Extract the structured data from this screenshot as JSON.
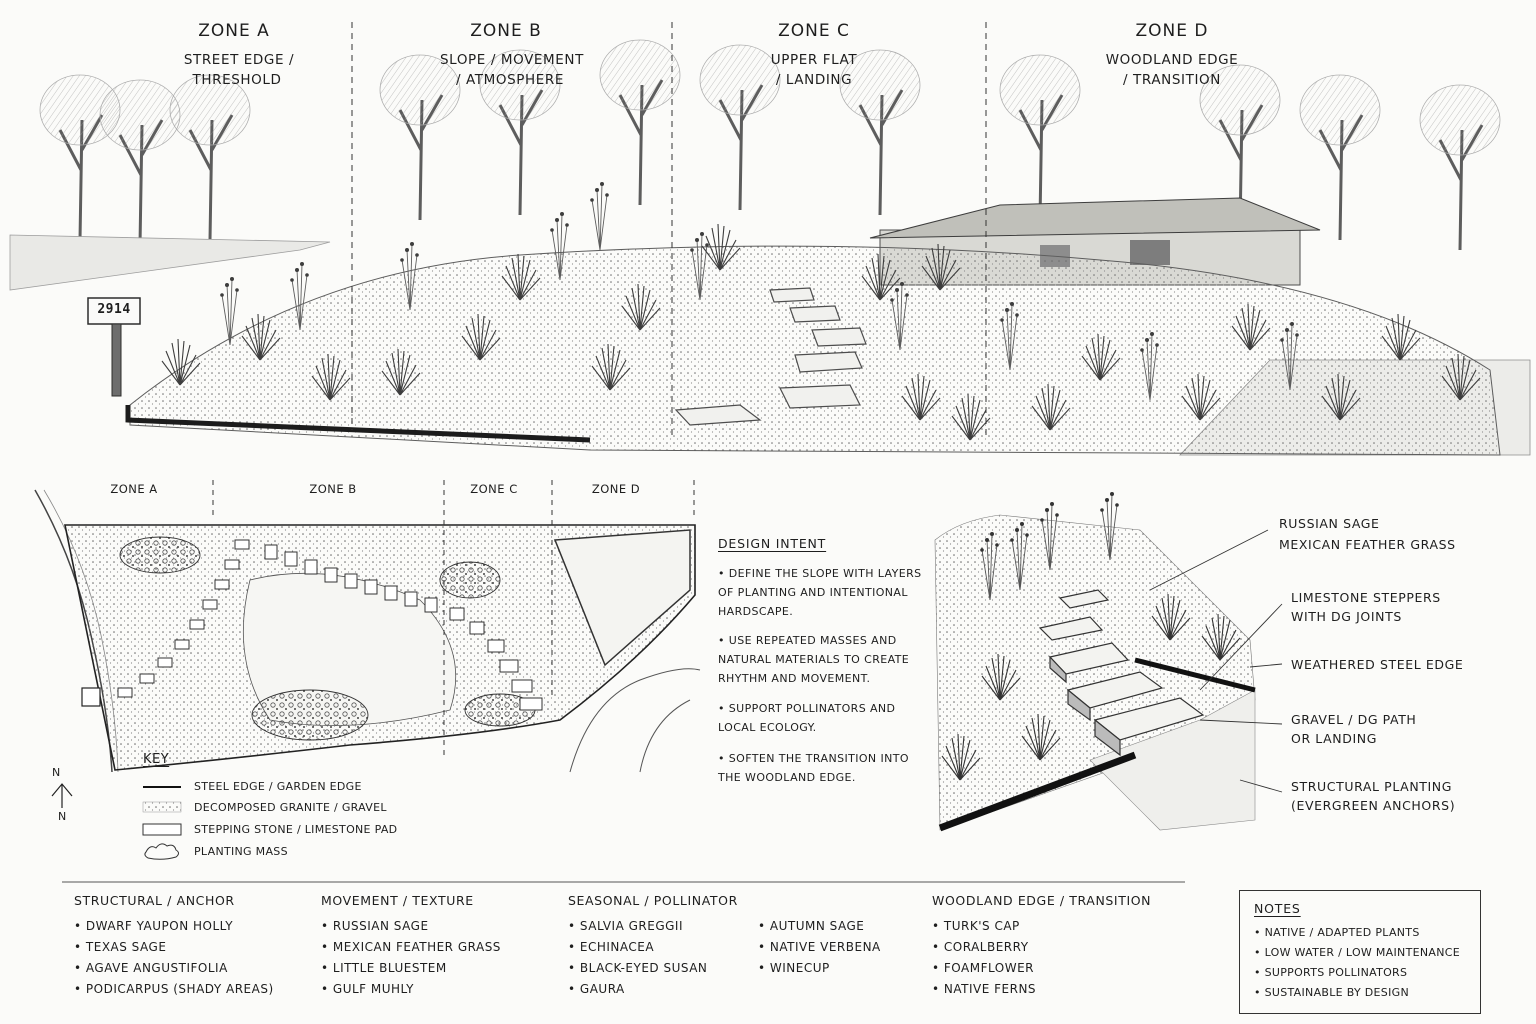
{
  "zones_top": [
    {
      "title": "ZONE A",
      "subtitle_1": "STREET EDGE /",
      "subtitle_2": "THRESHOLD"
    },
    {
      "title": "ZONE B",
      "subtitle_1": "SLOPE / MOVEMENT",
      "subtitle_2": "/ ATMOSPHERE"
    },
    {
      "title": "ZONE C",
      "subtitle_1": "UPPER FLAT",
      "subtitle_2": "/ LANDING"
    },
    {
      "title": "ZONE D",
      "subtitle_1": "WOODLAND EDGE",
      "subtitle_2": "/ TRANSITION"
    }
  ],
  "mailbox_number": "2914",
  "plan_zones": [
    "ZONE A",
    "ZONE B",
    "ZONE C",
    "ZONE D"
  ],
  "key": {
    "title": "KEY",
    "items": [
      "STEEL EDGE / GARDEN EDGE",
      "DECOMPOSED GRANITE / GRAVEL",
      "STEPPING STONE / LIMESTONE PAD",
      "PLANTING MASS"
    ]
  },
  "north_label_top": "N",
  "north_label_bottom": "N",
  "design_intent": {
    "title": "DESIGN INTENT",
    "items": [
      "DEFINE THE SLOPE WITH LAYERS OF PLANTING AND INTENTIONAL HARDSCAPE.",
      "USE REPEATED MASSES AND NATURAL MATERIALS TO CREATE RHYTHM AND MOVEMENT.",
      "SUPPORT POLLINATORS AND LOCAL ECOLOGY.",
      "SOFTEN THE TRANSITION INTO THE WOODLAND EDGE."
    ]
  },
  "callouts": [
    {
      "line1": "RUSSIAN SAGE",
      "line2": "MEXICAN FEATHER GRASS"
    },
    {
      "line1": "LIMESTONE STEPPERS",
      "line2": "WITH DG JOINTS"
    },
    {
      "line1": "WEATHERED STEEL EDGE",
      "line2": ""
    },
    {
      "line1": "GRAVEL / DG PATH",
      "line2": "OR LANDING"
    },
    {
      "line1": "STRUCTURAL PLANTING",
      "line2": "(EVERGREEN ANCHORS)"
    }
  ],
  "plant_categories": [
    {
      "title": "STRUCTURAL / ANCHOR",
      "plants": [
        "DWARF YAUPON HOLLY",
        "TEXAS SAGE",
        "AGAVE ANGUSTIFOLIA",
        "PODICARPUS (SHADY AREAS)"
      ]
    },
    {
      "title": "MOVEMENT / TEXTURE",
      "plants": [
        "RUSSIAN SAGE",
        "MEXICAN FEATHER GRASS",
        "LITTLE BLUESTEM",
        "GULF MUHLY"
      ]
    },
    {
      "title": "SEASONAL / POLLINATOR",
      "plants": [
        "SALVIA GREGGII",
        "ECHINACEA",
        "BLACK-EYED SUSAN",
        "GAURA"
      ],
      "plants_col2": [
        "AUTUMN SAGE",
        "NATIVE VERBENA",
        "WINECUP"
      ]
    },
    {
      "title": "WOODLAND EDGE / TRANSITION",
      "plants": [
        "TURK'S CAP",
        "CORALBERRY",
        "FOAMFLOWER",
        "NATIVE FERNS"
      ]
    }
  ],
  "notes": {
    "title": "NOTES",
    "items": [
      "NATIVE / ADAPTED PLANTS",
      "LOW WATER / LOW MAINTENANCE",
      "SUPPORTS POLLINATORS",
      "SUSTAINABLE BY DESIGN"
    ]
  }
}
